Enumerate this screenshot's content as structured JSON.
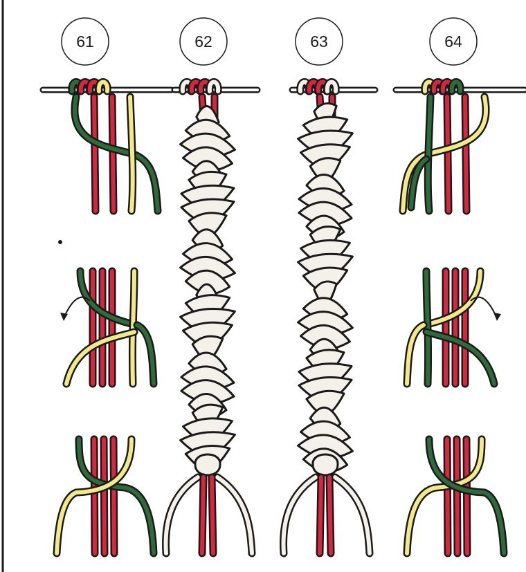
{
  "figure": {
    "panels": [
      {
        "number": "61",
        "kind": "square-knot-steps",
        "flip": false
      },
      {
        "number": "62",
        "kind": "spiral-sennit",
        "flip": false
      },
      {
        "number": "63",
        "kind": "spiral-sennit",
        "flip": true
      },
      {
        "number": "64",
        "kind": "square-knot-steps",
        "flip": true
      }
    ],
    "colors": {
      "outline": "#1a1a1a",
      "cord_red": "#d7263d",
      "cord_green": "#2f6b3a",
      "cord_yellow": "#f3e98a",
      "cord_white": "#f4f1ea",
      "arrow": "#1a1a1a"
    }
  }
}
